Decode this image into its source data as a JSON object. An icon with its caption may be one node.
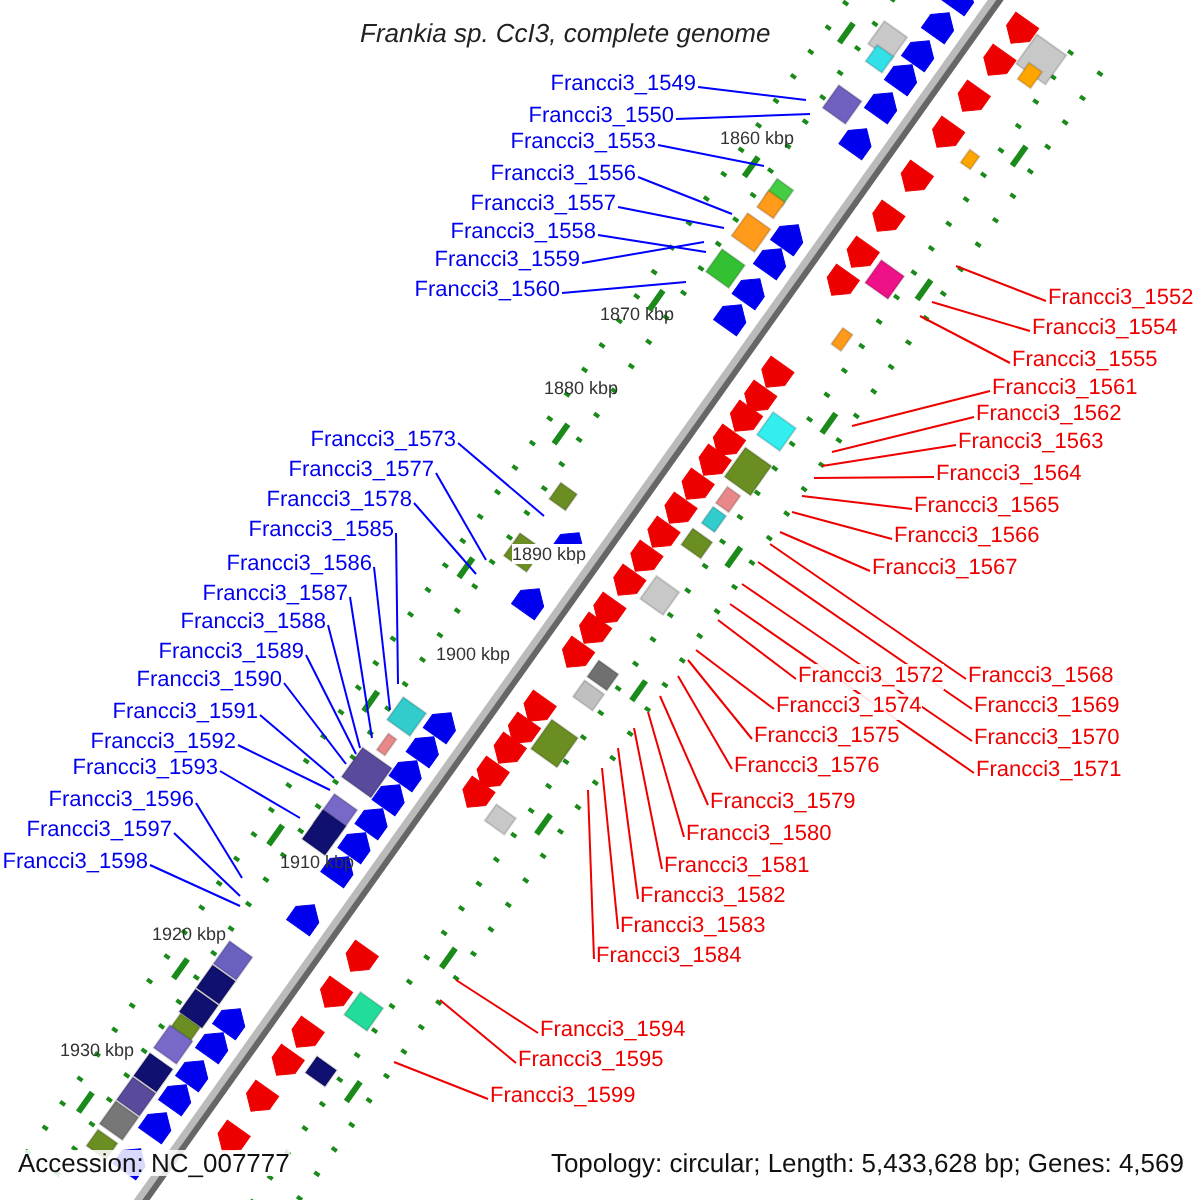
{
  "diagram": {
    "title": "Frankia sp. CcI3, complete genome",
    "nodes": [
      {
        "text": [
          "Francci3_1549"
        ]
      },
      {
        "text": [
          "Francci3_1550"
        ]
      },
      {
        "text": [
          "Francci3_1553"
        ]
      },
      {
        "text": [
          "Francci3_1556"
        ]
      },
      {
        "text": [
          "Francci3_1557"
        ]
      },
      {
        "text": [
          "Francci3_1558"
        ]
      },
      {
        "text": [
          "Francci3_1559"
        ]
      },
      {
        "text": [
          "Francci3_1560"
        ]
      },
      {
        "text": [
          "Francci3_1552"
        ]
      },
      {
        "text": [
          "Francci3_1554"
        ]
      },
      {
        "text": [
          "Francci3_1555"
        ]
      },
      {
        "text": [
          "Francci3_1561"
        ]
      },
      {
        "text": [
          "Francci3_1562"
        ]
      },
      {
        "text": [
          "Francci3_1563"
        ]
      },
      {
        "text": [
          "Francci3_1564"
        ]
      },
      {
        "text": [
          "Francci3_1565"
        ]
      },
      {
        "text": [
          "Francci3_1566"
        ]
      },
      {
        "text": [
          "Francci3_1567"
        ]
      },
      {
        "text": [
          "Francci3_1573"
        ]
      },
      {
        "text": [
          "Francci3_1577"
        ]
      },
      {
        "text": [
          "Francci3_1578"
        ]
      },
      {
        "text": [
          "Francci3_1585"
        ]
      },
      {
        "text": [
          "Francci3_1586"
        ]
      },
      {
        "text": [
          "Francci3_1587"
        ]
      },
      {
        "text": [
          "Francci3_1588"
        ]
      },
      {
        "text": [
          "Francci3_1589"
        ]
      },
      {
        "text": [
          "Francci3_1590"
        ]
      },
      {
        "text": [
          "Francci3_1591"
        ]
      },
      {
        "text": [
          "Francci3_1592"
        ]
      },
      {
        "text": [
          "Francci3_1593"
        ]
      },
      {
        "text": [
          "Francci3_1596"
        ]
      },
      {
        "text": [
          "Francci3_1597"
        ]
      },
      {
        "text": [
          "Francci3_1598"
        ]
      },
      {
        "text": [
          "Francci3_1568"
        ]
      },
      {
        "text": [
          "Francci3_1569"
        ]
      },
      {
        "text": [
          "Francci3_1570"
        ]
      },
      {
        "text": [
          "Francci3_1571"
        ]
      },
      {
        "text": [
          "Francci3_1572"
        ]
      },
      {
        "text": [
          "Francci3_1574"
        ]
      },
      {
        "text": [
          "Francci3_1575"
        ]
      },
      {
        "text": [
          "Francci3_1576"
        ]
      },
      {
        "text": [
          "Francci3_1579"
        ]
      },
      {
        "text": [
          "Francci3_1580"
        ]
      },
      {
        "text": [
          "Francci3_1581"
        ]
      },
      {
        "text": [
          "Francci3_1582"
        ]
      },
      {
        "text": [
          "Francci3_1583"
        ]
      },
      {
        "text": [
          "Francci3_1584"
        ]
      },
      {
        "text": [
          "Francci3_1594"
        ]
      },
      {
        "text": [
          "Francci3_1595"
        ]
      },
      {
        "text": [
          "Francci3_1599"
        ]
      }
    ],
    "edges": [
      {
        "from": 0,
        "to": null,
        "arrow": "none",
        "color": "#0000ff"
      },
      {
        "from": 1,
        "to": null,
        "arrow": "none",
        "color": "#0000ff"
      },
      {
        "from": 2,
        "to": null,
        "arrow": "none",
        "color": "#0000ff"
      },
      {
        "from": 3,
        "to": null,
        "arrow": "none",
        "color": "#0000ff"
      },
      {
        "from": 4,
        "to": null,
        "arrow": "none",
        "color": "#0000ff"
      },
      {
        "from": 5,
        "to": null,
        "arrow": "none",
        "color": "#0000ff"
      },
      {
        "from": 6,
        "to": null,
        "arrow": "none",
        "color": "#0000ff"
      },
      {
        "from": 7,
        "to": null,
        "arrow": "none",
        "color": "#0000ff"
      },
      {
        "from": 8,
        "to": null,
        "arrow": "none"
      },
      {
        "from": 9,
        "to": null,
        "arrow": "none"
      },
      {
        "from": 10,
        "to": null,
        "arrow": "none"
      },
      {
        "from": 11,
        "to": null,
        "arrow": "none"
      },
      {
        "from": 12,
        "to": null,
        "arrow": "none"
      },
      {
        "from": 13,
        "to": null,
        "arrow": "none"
      },
      {
        "from": 14,
        "to": null,
        "arrow": "none"
      },
      {
        "from": 15,
        "to": null,
        "arrow": "none"
      },
      {
        "from": 16,
        "to": null,
        "arrow": "none"
      },
      {
        "from": 17,
        "to": null,
        "arrow": "none"
      },
      {
        "from": 18,
        "to": null,
        "arrow": "none",
        "color": "#0000ff"
      },
      {
        "from": 19,
        "to": null,
        "arrow": "none",
        "color": "#0000ff"
      },
      {
        "from": 20,
        "to": null,
        "arrow": "none",
        "color": "#0000ff"
      },
      {
        "from": 21,
        "to": null,
        "arrow": "none",
        "color": "#0000ff"
      },
      {
        "from": 22,
        "to": null,
        "arrow": "none",
        "color": "#0000ff"
      },
      {
        "from": 23,
        "to": null,
        "arrow": "none",
        "color": "#0000ff"
      },
      {
        "from": 24,
        "to": null,
        "arrow": "none",
        "color": "#0000ff"
      },
      {
        "from": 25,
        "to": null,
        "arrow": "none",
        "color": "#0000ff"
      },
      {
        "from": 26,
        "to": null,
        "arrow": "none",
        "color": "#0000ff"
      },
      {
        "from": 27,
        "to": null,
        "arrow": "none",
        "color": "#0000ff"
      },
      {
        "from": 28,
        "to": null,
        "arrow": "none",
        "color": "#0000ff"
      },
      {
        "from": 29,
        "to": null,
        "arrow": "none",
        "color": "#0000ff"
      },
      {
        "from": 30,
        "to": null,
        "arrow": "none",
        "color": "#0000ff"
      },
      {
        "from": 31,
        "to": null,
        "arrow": "none",
        "color": "#0000ff"
      },
      {
        "from": 32,
        "to": null,
        "arrow": "none",
        "color": "#0000ff"
      },
      {
        "from": 33,
        "to": null,
        "arrow": "none"
      },
      {
        "from": 34,
        "to": null,
        "arrow": "none"
      },
      {
        "from": 35,
        "to": null,
        "arrow": "none"
      },
      {
        "from": 36,
        "to": null,
        "arrow": "none"
      },
      {
        "from": 37,
        "to": null,
        "arrow": "none"
      },
      {
        "from": 38,
        "to": null,
        "arrow": "none"
      },
      {
        "from": 39,
        "to": null,
        "arrow": "none"
      },
      {
        "from": 40,
        "to": null,
        "arrow": "none"
      },
      {
        "from": 41,
        "to": null,
        "arrow": "none"
      },
      {
        "from": 42,
        "to": null,
        "arrow": "none"
      },
      {
        "from": 43,
        "to": null,
        "arrow": "none"
      },
      {
        "from": 44,
        "to": null,
        "arrow": "none"
      },
      {
        "from": 45,
        "to": null,
        "arrow": "none"
      },
      {
        "from": 46,
        "to": null,
        "arrow": "none"
      },
      {
        "from": 47,
        "to": null,
        "arrow": "none"
      },
      {
        "from": 48,
        "to": null,
        "arrow": "none"
      },
      {
        "from": 49,
        "to": null,
        "arrow": "none"
      }
    ],
    "labels": [
      "1860 kbp",
      "1870 kbp",
      "1880 kbp",
      "1890 kbp",
      "1900 kbp",
      "1910 kbp",
      "1920 kbp",
      "1930 kbp",
      "Accession: NC_007777",
      "Topology: circular; Length: 5,433,628 bp; Genes: 4,569"
    ]
  }
}
